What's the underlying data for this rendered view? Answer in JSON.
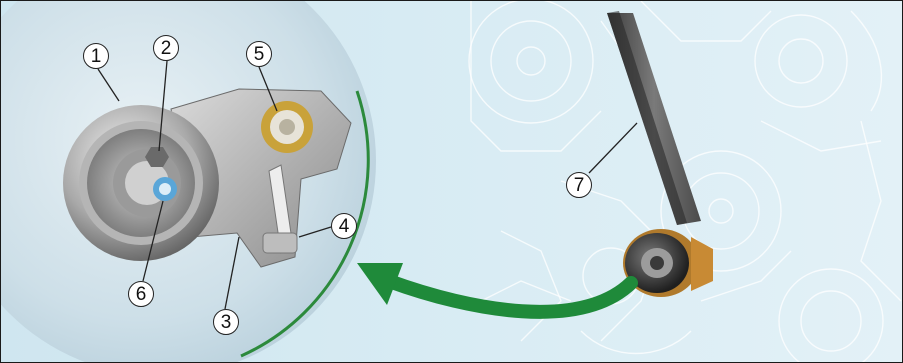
{
  "callouts": {
    "c1": "1",
    "c2": "2",
    "c3": "3",
    "c4": "4",
    "c5": "5",
    "c6": "6",
    "c7": "7"
  },
  "colors": {
    "arrow": "#1f8a3a",
    "lens_rim": "#2c8a3c",
    "background": "#d4e9f2"
  }
}
